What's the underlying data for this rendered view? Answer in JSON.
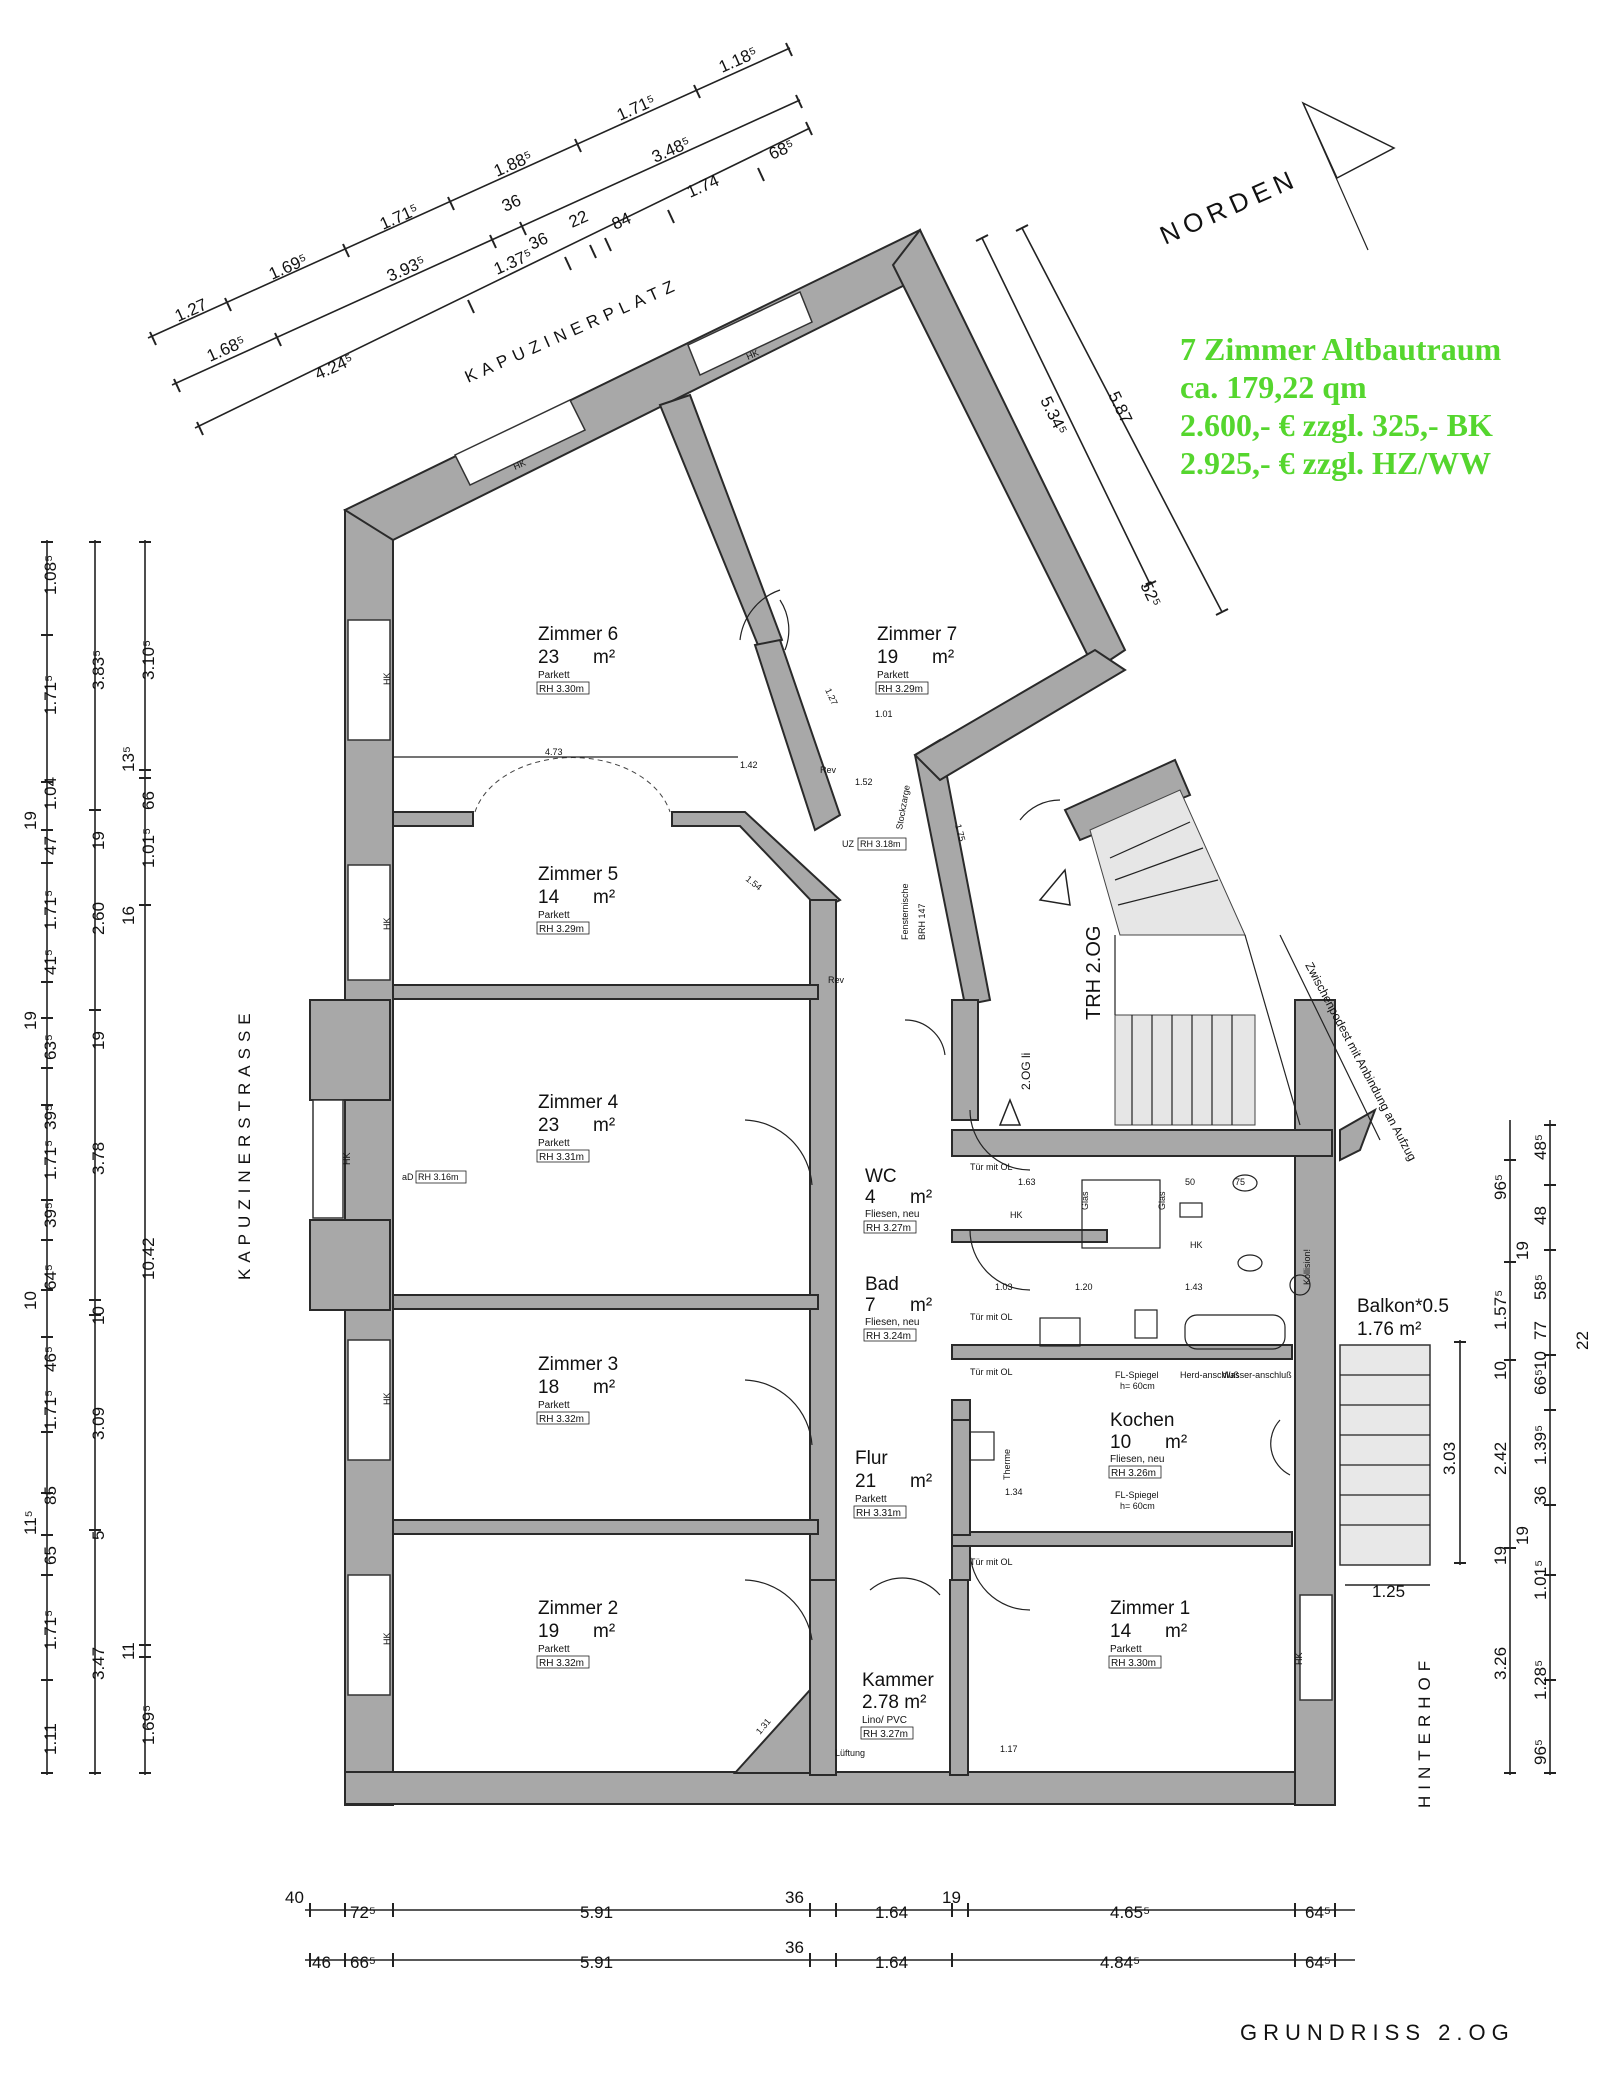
{
  "info": {
    "line1": "7 Zimmer Altbautraum",
    "line2": "ca. 179,22 qm",
    "line3": "2.600,- € zzgl. 325,- BK",
    "line4": "2.925,- € zzgl. HZ/WW",
    "color": "#55d62e"
  },
  "compass": {
    "label": "NORDEN"
  },
  "title": "GRUNDRISS 2.OG",
  "streets": {
    "top": "KAPUZINERPLATZ",
    "left": "KAPUZINERSTRASSE",
    "right": "HINTERHOF",
    "stair": "TRH 2.OG",
    "landing": "Zwischenpodest mit Anbindung an Aufzug",
    "stair_sign": "2.OG li"
  },
  "rooms": [
    {
      "name": "Zimmer 6",
      "area": "23",
      "unit": "m²",
      "floor": "Parkett",
      "rh": "RH 3.30m"
    },
    {
      "name": "Zimmer 7",
      "area": "19",
      "unit": "m²",
      "floor": "Parkett",
      "rh": "RH 3.29m"
    },
    {
      "name": "Zimmer 5",
      "area": "14",
      "unit": "m²",
      "floor": "Parkett",
      "rh": "RH 3.29m"
    },
    {
      "name": "Zimmer 4",
      "area": "23",
      "unit": "m²",
      "floor": "Parkett",
      "rh": "RH 3.31m"
    },
    {
      "name": "Zimmer 3",
      "area": "18",
      "unit": "m²",
      "floor": "Parkett",
      "rh": "RH 3.32m"
    },
    {
      "name": "Zimmer 2",
      "area": "19",
      "unit": "m²",
      "floor": "Parkett",
      "rh": "RH 3.32m"
    },
    {
      "name": "Zimmer 1",
      "area": "14",
      "unit": "m²",
      "floor": "Parkett",
      "rh": "RH 3.30m"
    },
    {
      "name": "Flur",
      "area": "21",
      "unit": "m²",
      "floor": "Parkett",
      "rh": "RH 3.31m"
    },
    {
      "name": "WC",
      "area": "4",
      "unit": "m²",
      "floor": "Fliesen, neu",
      "rh": "RH 3.27m"
    },
    {
      "name": "Bad",
      "area": "7",
      "unit": "m²",
      "floor": "Fliesen, neu",
      "rh": "RH 3.24m"
    },
    {
      "name": "Kochen",
      "area": "10",
      "unit": "m²",
      "floor": "Fliesen, neu",
      "rh": "RH 3.26m"
    },
    {
      "name": "Kammer",
      "area": "2.78 m²",
      "unit": "",
      "floor": "Lino/ PVC",
      "rh": "RH 3.27m"
    }
  ],
  "balcony": {
    "name": "Balkon*0.5",
    "area": "1.76 m²",
    "dim_width": "3.03",
    "dim_depth": "1.25"
  },
  "annotations": {
    "hk": "HK",
    "door_ol": "Tür mit OL",
    "uz": "UZ",
    "uz_rh": "RH 3.18m",
    "ad": "aD",
    "ad_rh": "RH 3.16m",
    "rev": "Rev",
    "fl_spiegel": "FL-Spiegel",
    "fl_h": "h= 60cm",
    "herd": "Herd-anschluß",
    "wasser": "Wasser-anschluß",
    "lueftung": "Lüftung",
    "glas": "Glas",
    "kollision": "Kollision!",
    "therme": "Therme",
    "stockzarge": "Stockzarge",
    "fenster": "Fensternische",
    "fenster2": "BRH 147",
    "diagonal_1_42": "1.42",
    "diagonal_1_52": "1.52",
    "diagonal_1_01": "1.01",
    "diagonal_1_54": "1.54",
    "diagonal_1_31": "1.31",
    "diagonal_1_27": "1.27",
    "diag_1_75": "1.75",
    "zi6_width": "4.73",
    "wc_1_63": "1.63",
    "wc_50": "50",
    "wc_75": "75",
    "bad_1_03": "1.03",
    "bad_1_20": "1.20",
    "bad_1_43": "1.43",
    "kochen_1_34": "1.34",
    "zi1_1_17": "1.17"
  },
  "dims": {
    "top1": [
      "1.27",
      "1.69⁵",
      "1.71⁵",
      "1.88⁵",
      "1.71⁵",
      "1.18⁵"
    ],
    "top2": [
      "1.68⁵",
      "3.93⁵",
      "36",
      "3.48⁵"
    ],
    "top3": [
      "4.24⁵",
      "1.37⁵",
      "36",
      "22",
      "84",
      "1.74",
      "68⁵"
    ],
    "right_diag": [
      "5.34⁵",
      "5.87",
      "52⁵"
    ],
    "left_outer": [
      "1.08⁵",
      "1.71⁵",
      "1.04",
      "47",
      "19",
      "1.71⁵",
      "41⁵",
      "19",
      "63⁵",
      "39⁵",
      "1.71⁵",
      "39⁵",
      "64⁵",
      "10",
      "46⁵",
      "1.71⁵",
      "85",
      "11⁵",
      "65",
      "1.71⁵",
      "1.11"
    ],
    "left_mid": [
      "3.83⁵",
      "19",
      "2.60",
      "19",
      "3.78",
      "10",
      "3.09",
      "5",
      "3.47"
    ],
    "left_inner": [
      "3.10⁵",
      "13⁵",
      "66",
      "1.01⁵",
      "16",
      "10.42",
      "11",
      "1.69⁵"
    ],
    "right_outer": [
      "48⁵",
      "48",
      "58⁵",
      "77",
      "66⁵",
      "1.39⁵",
      "36",
      "1.01⁵",
      "1.28⁵",
      "96⁵"
    ],
    "right_mid": [
      "96⁵",
      "1.57⁵",
      "10",
      "2.42",
      "19",
      "3.26"
    ],
    "right_far": [
      "19",
      "19",
      "10",
      "22"
    ],
    "bottom1": [
      "40",
      "72⁵",
      "5.91",
      "36",
      "1.64",
      "19",
      "4.65⁵",
      "64⁵"
    ],
    "bottom2": [
      "46",
      "66⁵",
      "5.91",
      "36",
      "1.64",
      "4.84⁵",
      "64⁵"
    ]
  }
}
